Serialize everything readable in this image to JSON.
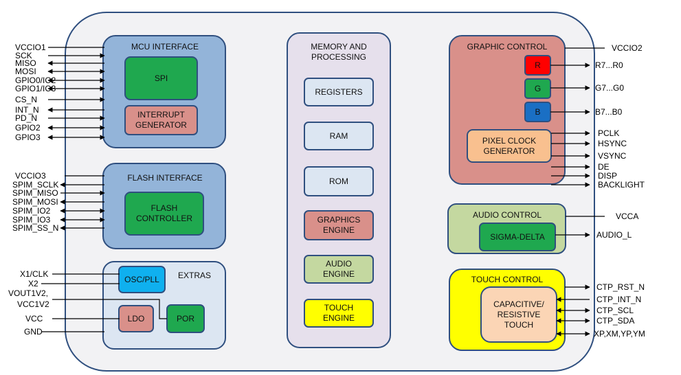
{
  "blocks": {
    "mcu": {
      "title": "MCU INTERFACE",
      "spi": "SPI",
      "interrupt": "INTERRUPT GENERATOR"
    },
    "flash": {
      "title": "FLASH INTERFACE",
      "controller": "FLASH CONTROLLER"
    },
    "extras": {
      "title": "EXTRAS",
      "osc": "OSC/PLL",
      "ldo": "LDO",
      "por": "POR"
    },
    "memory": {
      "title": "MEMORY AND PROCESSING",
      "registers": "REGISTERS",
      "ram": "RAM",
      "rom": "ROM",
      "graphics": "GRAPHICS ENGINE",
      "audio": "AUDIO ENGINE",
      "touch": "TOUCH ENGINE"
    },
    "graphic": {
      "title": "GRAPHIC CONTROL",
      "r": "R",
      "g": "G",
      "b": "B",
      "pixel": "PIXEL CLOCK GENERATOR"
    },
    "audio": {
      "title": "AUDIO CONTROL",
      "sigma": "SIGMA-DELTA"
    },
    "touch": {
      "title": "TOUCH CONTROL",
      "cap": "CAPACITIVE/ RESISTIVE TOUCH"
    }
  },
  "pins_left": {
    "vccio1": "VCCIO1",
    "sck": "SCK",
    "miso": "MISO",
    "mosi": "MOSI",
    "gpio0": "GPIO0/IO2",
    "gpio1": "GPIO1/IO3",
    "cs": "CS_N",
    "int": "INT_N",
    "pd": "PD_N",
    "gpio2": "GPIO2",
    "gpio3": "GPIO3",
    "vccio3": "VCCIO3",
    "spim_sclk": "SPIM_SCLK",
    "spim_miso": "SPIM_MISO",
    "spim_mosi": "SPIM_MOSI",
    "spim_io2": "SPIM_IO2",
    "spim_io3": "SPIM_IO3",
    "spim_ss": "SPIM_SS_N",
    "x1": "X1/CLK",
    "x2": "X2",
    "vout": "VOUT1V2,",
    "vcc1v2": "VCC1V2",
    "vcc": "VCC",
    "gnd": "GND"
  },
  "pins_right": {
    "vccio2": "VCCIO2",
    "r": "R7...R0",
    "g": "G7...G0",
    "b": "B7...B0",
    "pclk": "PCLK",
    "hsync": "HSYNC",
    "vsync": "VSYNC",
    "de": "DE",
    "disp": "DISP",
    "backlight": "BACKLIGHT",
    "vcca": "VCCA",
    "audio_l": "AUDIO_L",
    "ctp_rst": "CTP_RST_N",
    "ctp_int": "CTP_INT_N",
    "ctp_scl": "CTP_SCL",
    "ctp_sda": "CTP_SDA",
    "xp": "XP,XM,YP,YM"
  },
  "colors": {
    "outline": "#2f4f7f",
    "chip": "#f2f2f4",
    "mcu": "#93b4d9",
    "spi": "#1fa84f",
    "interrupt": "#d9908a",
    "extras": "#dce6f2",
    "osc": "#0fb0ef",
    "memory": "#e6e0ec",
    "memitem": "#dce6f2",
    "graphic": "#d9908a",
    "red": "#ff0000",
    "blue": "#1a6fc4",
    "pixel": "#f9c08f",
    "audio": "#c4d8a0",
    "touch": "#ffff00",
    "cap": "#fbd5b5"
  }
}
